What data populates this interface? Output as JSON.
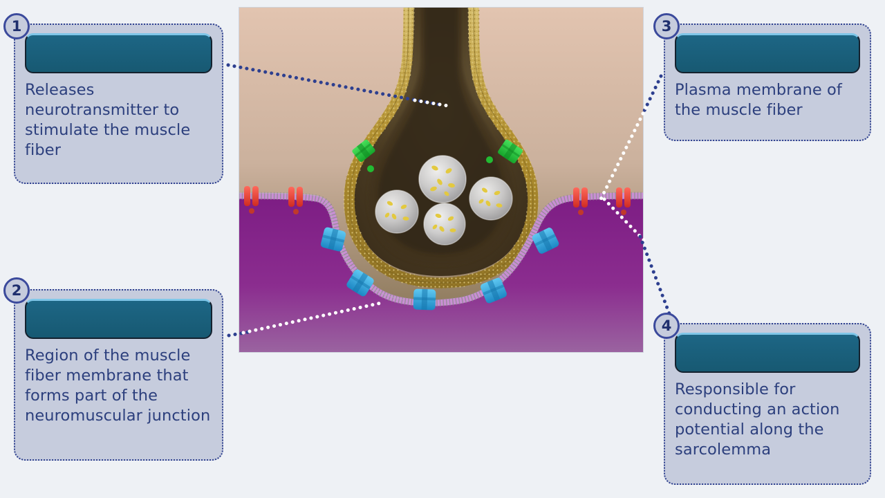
{
  "page": {
    "background_color": "#eef1f5",
    "card_background_color": "#c6ccdd",
    "card_border_color": "#2d3f8f",
    "answer_box_color": "#1a5f7e",
    "text_color": "#2c3f7d",
    "badge_border_color": "#3b4a9c"
  },
  "cards": [
    {
      "number": "1",
      "answer_value": "",
      "answer_placeholder": "",
      "description": "Releases neurotransmitter to stimulate the muscle fiber"
    },
    {
      "number": "2",
      "answer_value": "",
      "answer_placeholder": "",
      "description": "Region of the muscle fiber membrane that forms part of the neuromuscular junction"
    },
    {
      "number": "3",
      "answer_value": "",
      "answer_placeholder": "",
      "description": "Plasma membrane of the muscle fiber"
    },
    {
      "number": "4",
      "answer_value": "",
      "answer_placeholder": "",
      "description": "Responsible for conducting an action potential along the sarcolemma"
    }
  ],
  "illustration": {
    "name": "neuromuscular-junction-diagram",
    "colors": {
      "axon_membrane": "#b49233",
      "axon_interior": "#3a2d1c",
      "extracellular_fluid": "#d9bfae",
      "muscle_cytoplasm": "#7a1f82",
      "sarcolemma": "#c98fd4",
      "acetylcholine_receptor": "#e8443a",
      "sodium_channel": "#2fa8e0",
      "calcium_channel": "#22bb33",
      "vesicle": "#e6e6e6",
      "neurotransmitter": "#e8d24a"
    },
    "features": [
      "synaptic-knob",
      "synaptic-vesicles",
      "calcium-channels",
      "synaptic-cleft",
      "sarcolemma",
      "acetylcholine-receptors",
      "voltage-gated-sodium-channels",
      "junctional-folds"
    ]
  },
  "connectors": [
    {
      "from_card": "1",
      "color_outer": "#2d3f8f",
      "color_inner": "#ffffff"
    },
    {
      "from_card": "2",
      "color_outer": "#2d3f8f",
      "color_inner": "#ffffff"
    },
    {
      "from_card": "3",
      "color_outer": "#2d3f8f",
      "color_inner": "#ffffff"
    },
    {
      "from_card": "4",
      "color_outer": "#2d3f8f",
      "color_inner": "#ffffff"
    }
  ]
}
